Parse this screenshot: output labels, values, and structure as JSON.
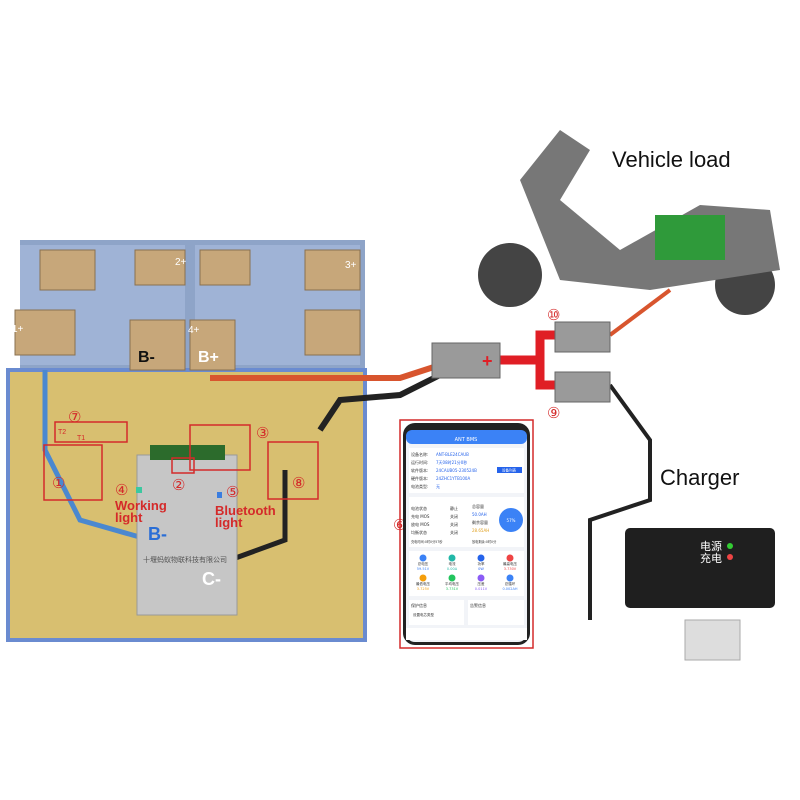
{
  "labels": {
    "vehicle_load": "Vehicle load",
    "charger": "Charger",
    "charger_power": "电源",
    "charger_charge": "充电",
    "cell_2p": "2+",
    "cell_3p": "3+",
    "cell_1p": "1+",
    "cell_4p": "4+",
    "b_minus_term": "B-",
    "b_plus_term": "B+",
    "t2": "T2",
    "t1": "T1",
    "working_light": [
      "Working",
      "light"
    ],
    "bluetooth_light": [
      "Bluetooth",
      "light"
    ],
    "bms_b_minus": "B-",
    "bms_c_minus": "C-",
    "bms_company": "十堰蚂蚁物联科技有限公司",
    "markers": [
      "①",
      "②",
      "③",
      "④",
      "⑤",
      "⑥",
      "⑦",
      "⑧",
      "⑨",
      "⑩"
    ]
  },
  "phone": {
    "title": "ANT BMS",
    "info": [
      {
        "k": "设备名称:",
        "v": "ANT-BLE24CAUB"
      },
      {
        "k": "运行时间:",
        "v": "7天08时21分0秒"
      },
      {
        "k": "软件版本:",
        "v": "24CAUB05-230524B"
      },
      {
        "k": "硬件版本:",
        "v": "24ZHC1YTB100A"
      },
      {
        "k": "电池类型:",
        "v": "无"
      }
    ],
    "device_list_button": "设备列表",
    "status": [
      {
        "k": "电池状态",
        "v": "静止"
      },
      {
        "k": "充电 MOS",
        "v": "关闭"
      },
      {
        "k": "放电 MOS",
        "v": "关闭"
      },
      {
        "k": "均衡状态",
        "v": "关闭"
      }
    ],
    "total_capacity_label": "总容量",
    "total_capacity": "50.0AH",
    "remaining_label": "剩余容量",
    "remaining": "28.65AH",
    "soc": "57%",
    "soc_value": 57,
    "charge_time": "充电时间:0时0分57秒",
    "discharge_time": "放电剩余:0时0分",
    "metrics": [
      {
        "k": "总电压",
        "v": "59.51V",
        "c": "#3b82f6"
      },
      {
        "k": "电流",
        "v": "0.00A",
        "c": "#22b8a8"
      },
      {
        "k": "功率",
        "v": "0W",
        "c": "#2563eb"
      },
      {
        "k": "最高电压",
        "v": "3.730V",
        "c": "#ef4444"
      },
      {
        "k": "最低电压",
        "v": "3.725V",
        "c": "#f59e0b"
      },
      {
        "k": "平均电压",
        "v": "3.731V",
        "c": "#22c55e"
      },
      {
        "k": "压差",
        "v": "0.011V",
        "c": "#8b5cf6"
      },
      {
        "k": "总循环",
        "v": "0.002AH",
        "c": "#3b82f6"
      }
    ],
    "protect_title": "保护信息",
    "alarm_title": "告警信息",
    "protect_item": "设置电芯类型"
  }
}
